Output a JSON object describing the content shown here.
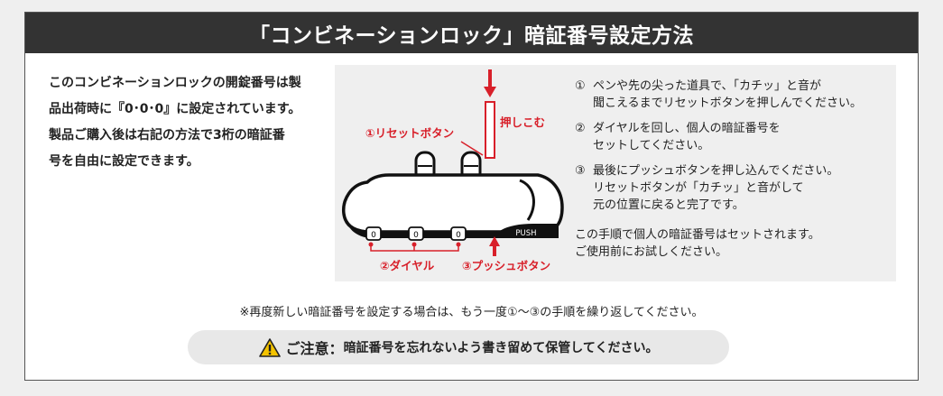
{
  "header": {
    "title": "「コンビネーションロック」暗証番号設定方法"
  },
  "intro": {
    "lines": [
      "このコンビネーションロックの開錠番号は製",
      "品出荷時に『0･0･0』に設定されています。",
      "製品ご購入後は右記の方法で3桁の暗証番",
      "号を自由に設定できます。"
    ]
  },
  "diagram": {
    "press_label": "押しこむ",
    "reset_label": "①リセットボタン",
    "dial_label": "②ダイヤル",
    "push_label": "③プッシュボタン",
    "push_text": "PUSH",
    "dial_digit": "0",
    "accent_color": "#d8202a"
  },
  "steps": [
    {
      "num": "①",
      "lines": [
        "ペンや先の尖った道具で、「カチッ」と音が",
        "聞こえるまでリセットボタンを押しんでください。"
      ]
    },
    {
      "num": "②",
      "lines": [
        "ダイヤルを回し、個人の暗証番号を",
        "セットしてください。"
      ]
    },
    {
      "num": "③",
      "lines": [
        "最後にプッシュボタンを押し込んでください。",
        "リセットボタンが「カチッ」と音がして",
        "元の位置に戻ると完了です。"
      ]
    }
  ],
  "summary": [
    "この手順で個人の暗証番号はセットされます。",
    "ご使用前にお試しください。"
  ],
  "note": "※再度新しい暗証番号を設定する場合は、もう一度①〜③の手順を繰り返してください。",
  "caution": {
    "head": "ご注意：",
    "text": "暗証番号を忘れないよう書き留めて保管してください。",
    "icon": "warning-icon"
  }
}
